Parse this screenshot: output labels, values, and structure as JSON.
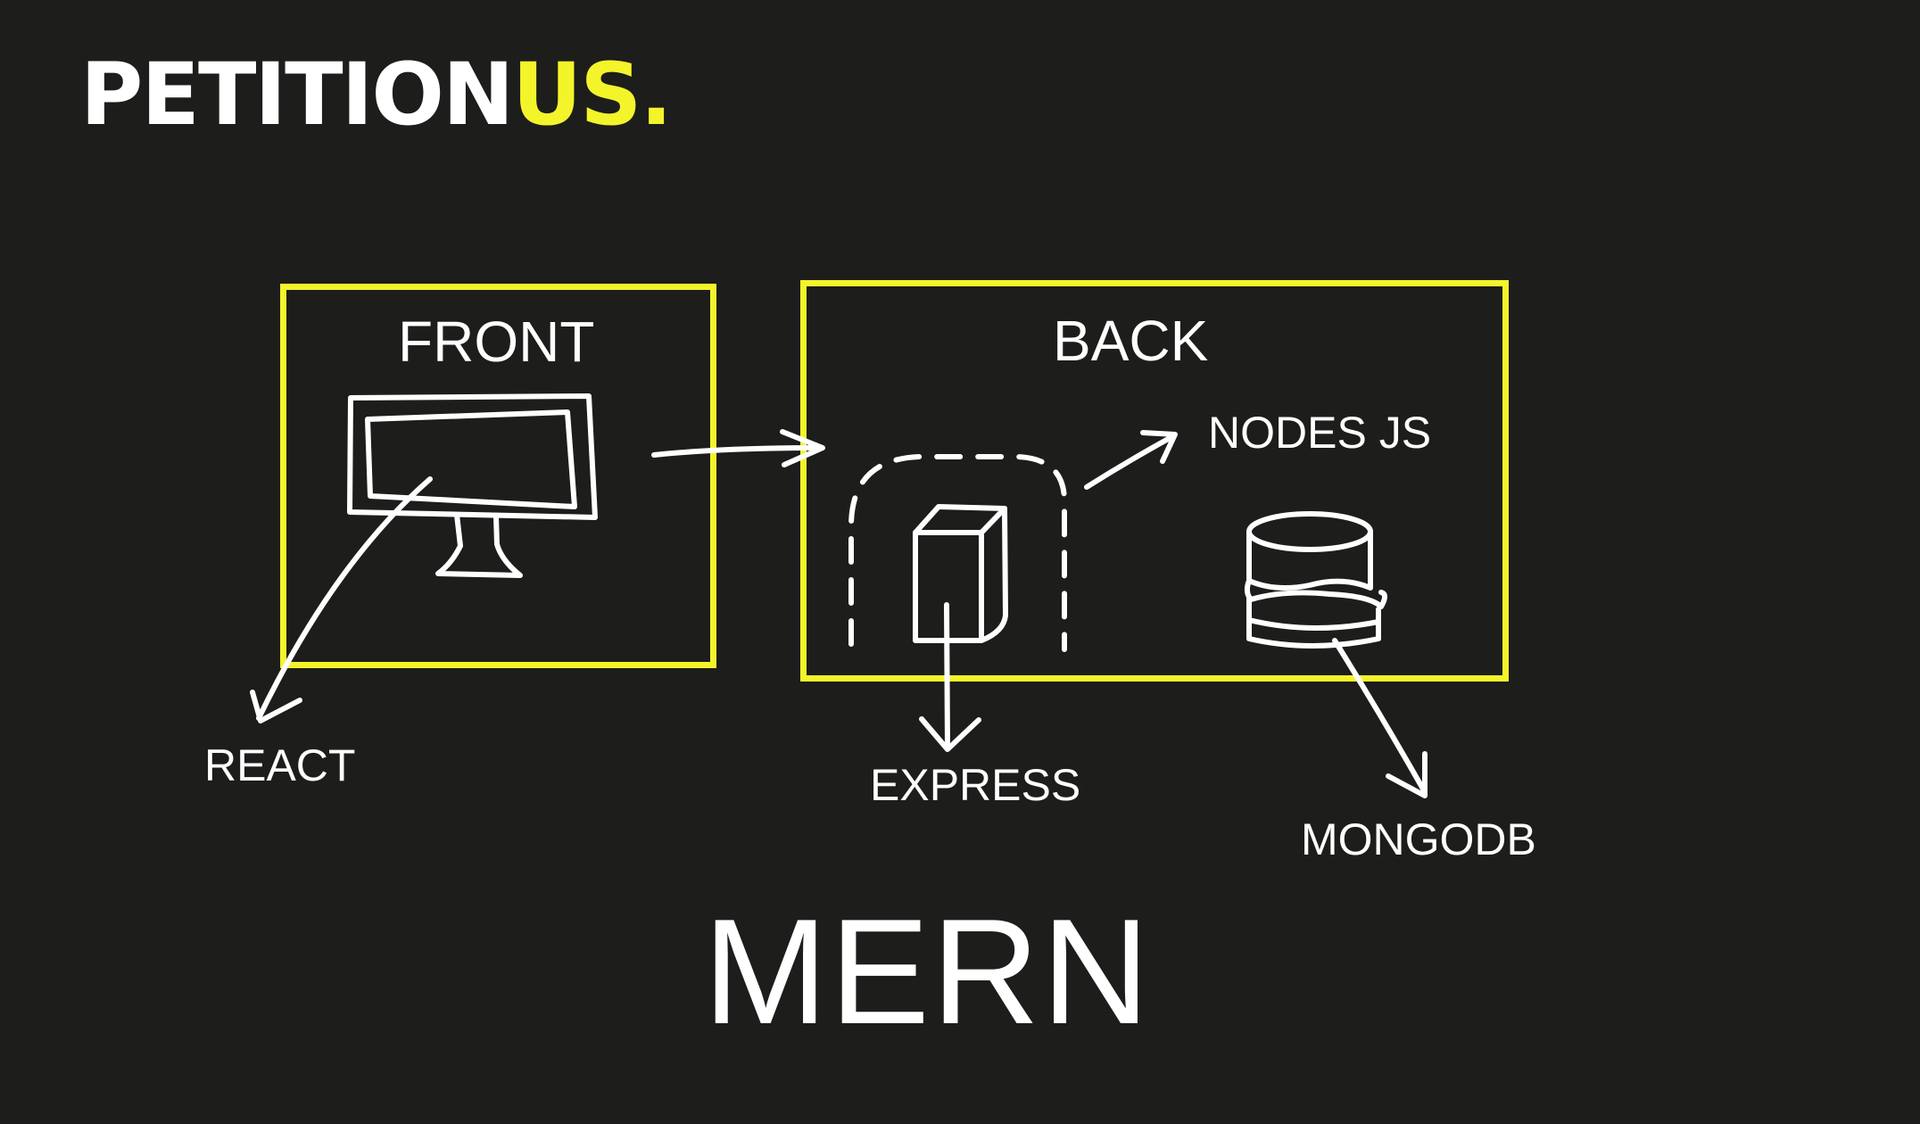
{
  "brand": {
    "part1": "PETITION",
    "part2": "US.",
    "color_primary": "#ffffff",
    "color_accent": "#f4f42a"
  },
  "diagram": {
    "front_label": "FRONT",
    "back_label": "BACK",
    "nodejs_label": "NODES JS",
    "react_label": "REACT",
    "express_label": "EXPRESS",
    "mongodb_label": "MONGODB",
    "stack_title": "MERN",
    "icons": [
      "monitor-icon",
      "server-cube-icon",
      "database-icon"
    ],
    "background_color": "#1d1d1b",
    "box_color": "#f4f42a"
  }
}
